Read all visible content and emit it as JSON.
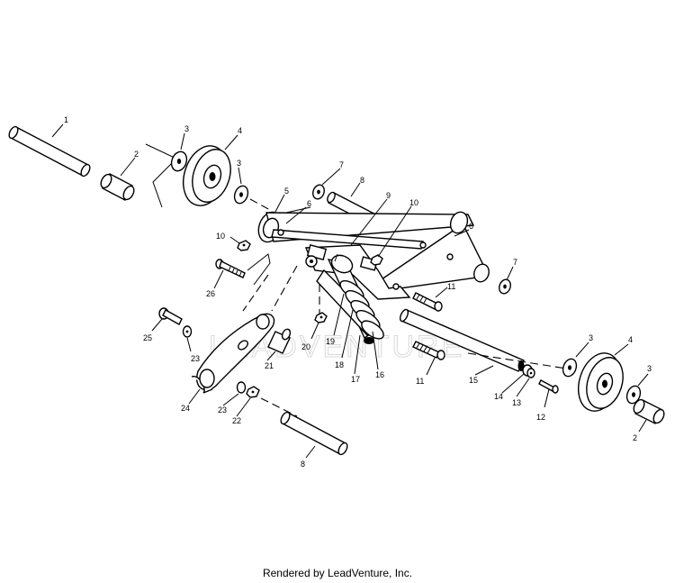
{
  "watermark": "LEADVENTURE",
  "footer": "Rendered by LeadVenture, Inc.",
  "callouts": [
    "1",
    "2",
    "3",
    "4",
    "3",
    "7",
    "8",
    "5",
    "6",
    "9",
    "10",
    "10",
    "6",
    "26",
    "7",
    "11",
    "25",
    "23",
    "20",
    "19",
    "21",
    "18",
    "17",
    "16",
    "11",
    "15",
    "3",
    "4",
    "3",
    "14",
    "13",
    "12",
    "2",
    "24",
    "23",
    "22",
    "8"
  ]
}
